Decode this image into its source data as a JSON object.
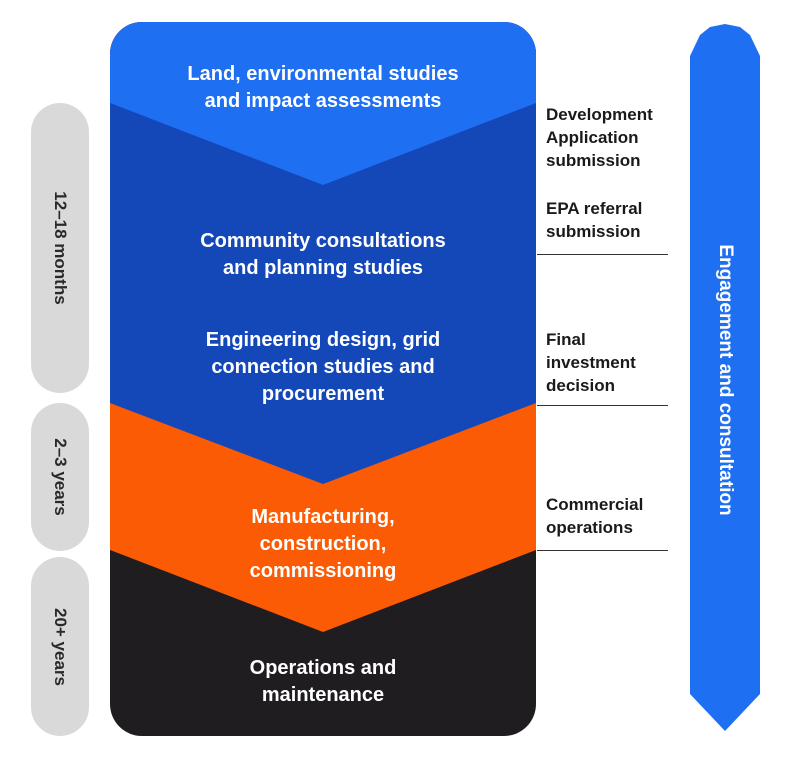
{
  "timeline": {
    "phase1": "12–18 months",
    "phase2": "2–3 years",
    "phase3": "20+ years"
  },
  "stages": [
    {
      "label": "Land, environmental studies and impact assessments",
      "lines": [
        "Land, environmental studies",
        "and impact assessments"
      ]
    },
    {
      "label": "Community consultations and planning studies",
      "lines": [
        "Community consultations",
        "and planning studies"
      ]
    },
    {
      "label": "Engineering design, grid connection studies and procurement",
      "lines": [
        "Engineering design, grid",
        "connection studies and",
        "procurement"
      ]
    },
    {
      "label": "Manufacturing, construction, commissioning",
      "lines": [
        "Manufacturing,",
        "construction,",
        "commissioning"
      ]
    },
    {
      "label": "Operations and maintenance",
      "lines": [
        "Operations and",
        "maintenance"
      ]
    }
  ],
  "milestones": [
    {
      "lines": [
        "Development",
        "Application",
        "submission"
      ]
    },
    {
      "lines": [
        "EPA referral",
        "submission"
      ]
    },
    {
      "lines": [
        "Final",
        "investment",
        "decision"
      ]
    },
    {
      "lines": [
        "Commercial",
        "operations"
      ]
    }
  ],
  "side_banner": "Engagement and consultation",
  "colors": {
    "bright_blue": "#1f6ff3",
    "dark_blue": "#1447b8",
    "orange": "#fb5b04",
    "black": "#201d21",
    "grey": "#d9d9d9"
  }
}
